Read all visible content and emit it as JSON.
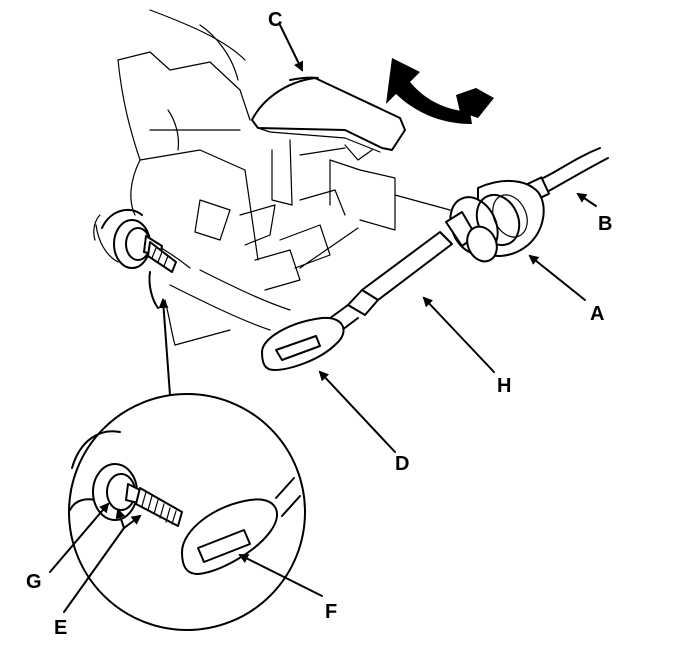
{
  "labels": {
    "a": "A",
    "b": "B",
    "c": "C",
    "d": "D",
    "e": "E",
    "f": "F",
    "g": "G",
    "h": "H"
  },
  "colors": {
    "ink": "#000000",
    "paper": "#ffffff"
  },
  "icons": {
    "direction_arrow": "curved-up-arrow-icon"
  }
}
